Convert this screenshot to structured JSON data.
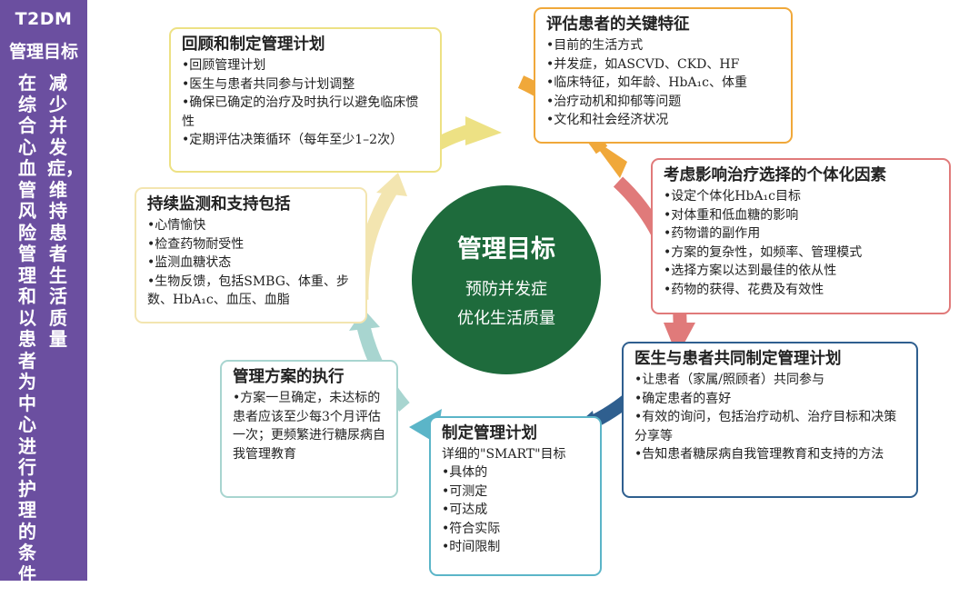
{
  "sidebar": {
    "title_line1": "T2DM",
    "title_line2": "管理目标",
    "col_left": "在综合心血管风险管理和以患者为中心进行护理的条件下，",
    "col_right": "减少并发症，维持患者生活质量"
  },
  "center": {
    "title": "管理目标",
    "line1": "预防并发症",
    "line2": "优化生活质量",
    "color": "#1e6b3c"
  },
  "boxes": {
    "assess": {
      "title": "评估患者的关键特征",
      "color": "#f0a83a",
      "items": [
        "•目前的生活方式",
        "•并发症，如ASCVD、CKD、HF",
        "•临床特征，如年龄、HbA₁c、体重",
        "•治疗动机和抑郁等问题",
        "•文化和社会经济状况"
      ]
    },
    "consider": {
      "title": "考虑影响治疗选择的个体化因素",
      "color": "#e07a7a",
      "items": [
        "•设定个体化HbA₁c目标",
        "•对体重和低血糖的影响",
        "•药物谱的副作用",
        "•方案的复杂性，如频率、管理模式",
        "•选择方案以达到最佳的依从性",
        "•药物的获得、花费及有效性"
      ]
    },
    "shared": {
      "title": "医生与患者共同制定管理计划",
      "color": "#2f5f8f",
      "items": [
        "•让患者（家属/照顾者）共同参与",
        "•确定患者的喜好",
        "•有效的询问，包括治疗动机、治疗目标和决策分享等",
        "•告知患者糖尿病自我管理教育和支持的方法"
      ]
    },
    "plan": {
      "title": "制定管理计划",
      "subtitle": "详细的\"SMART\"目标",
      "color": "#5bb5c8",
      "items": [
        "•具体的",
        "•可测定",
        "•可达成",
        "•符合实际",
        "•时间限制"
      ]
    },
    "execute": {
      "title": "管理方案的执行",
      "color": "#a8d5d0",
      "items": [
        "•方案一旦确定，未达标的患者应该至少每3个月评估一次；更频繁进行糖尿病自我管理教育"
      ]
    },
    "monitor": {
      "title": "持续监测和支持包括",
      "color": "#f3e5b0",
      "items": [
        "•心情愉快",
        "•检查药物耐受性",
        "•监测血糖状态",
        "•生物反馈，包括SMBG、体重、步数、HbA₁c、血压、血脂"
      ]
    },
    "review": {
      "title": "回顾和制定管理计划",
      "color": "#ede184",
      "items": [
        "•回顾管理计划",
        "•医生与患者共同参与计划调整",
        "•确保已确定的治疗及时执行以避免临床惯性",
        "•定期评估决策循环（每年至少1–2次）"
      ]
    }
  }
}
